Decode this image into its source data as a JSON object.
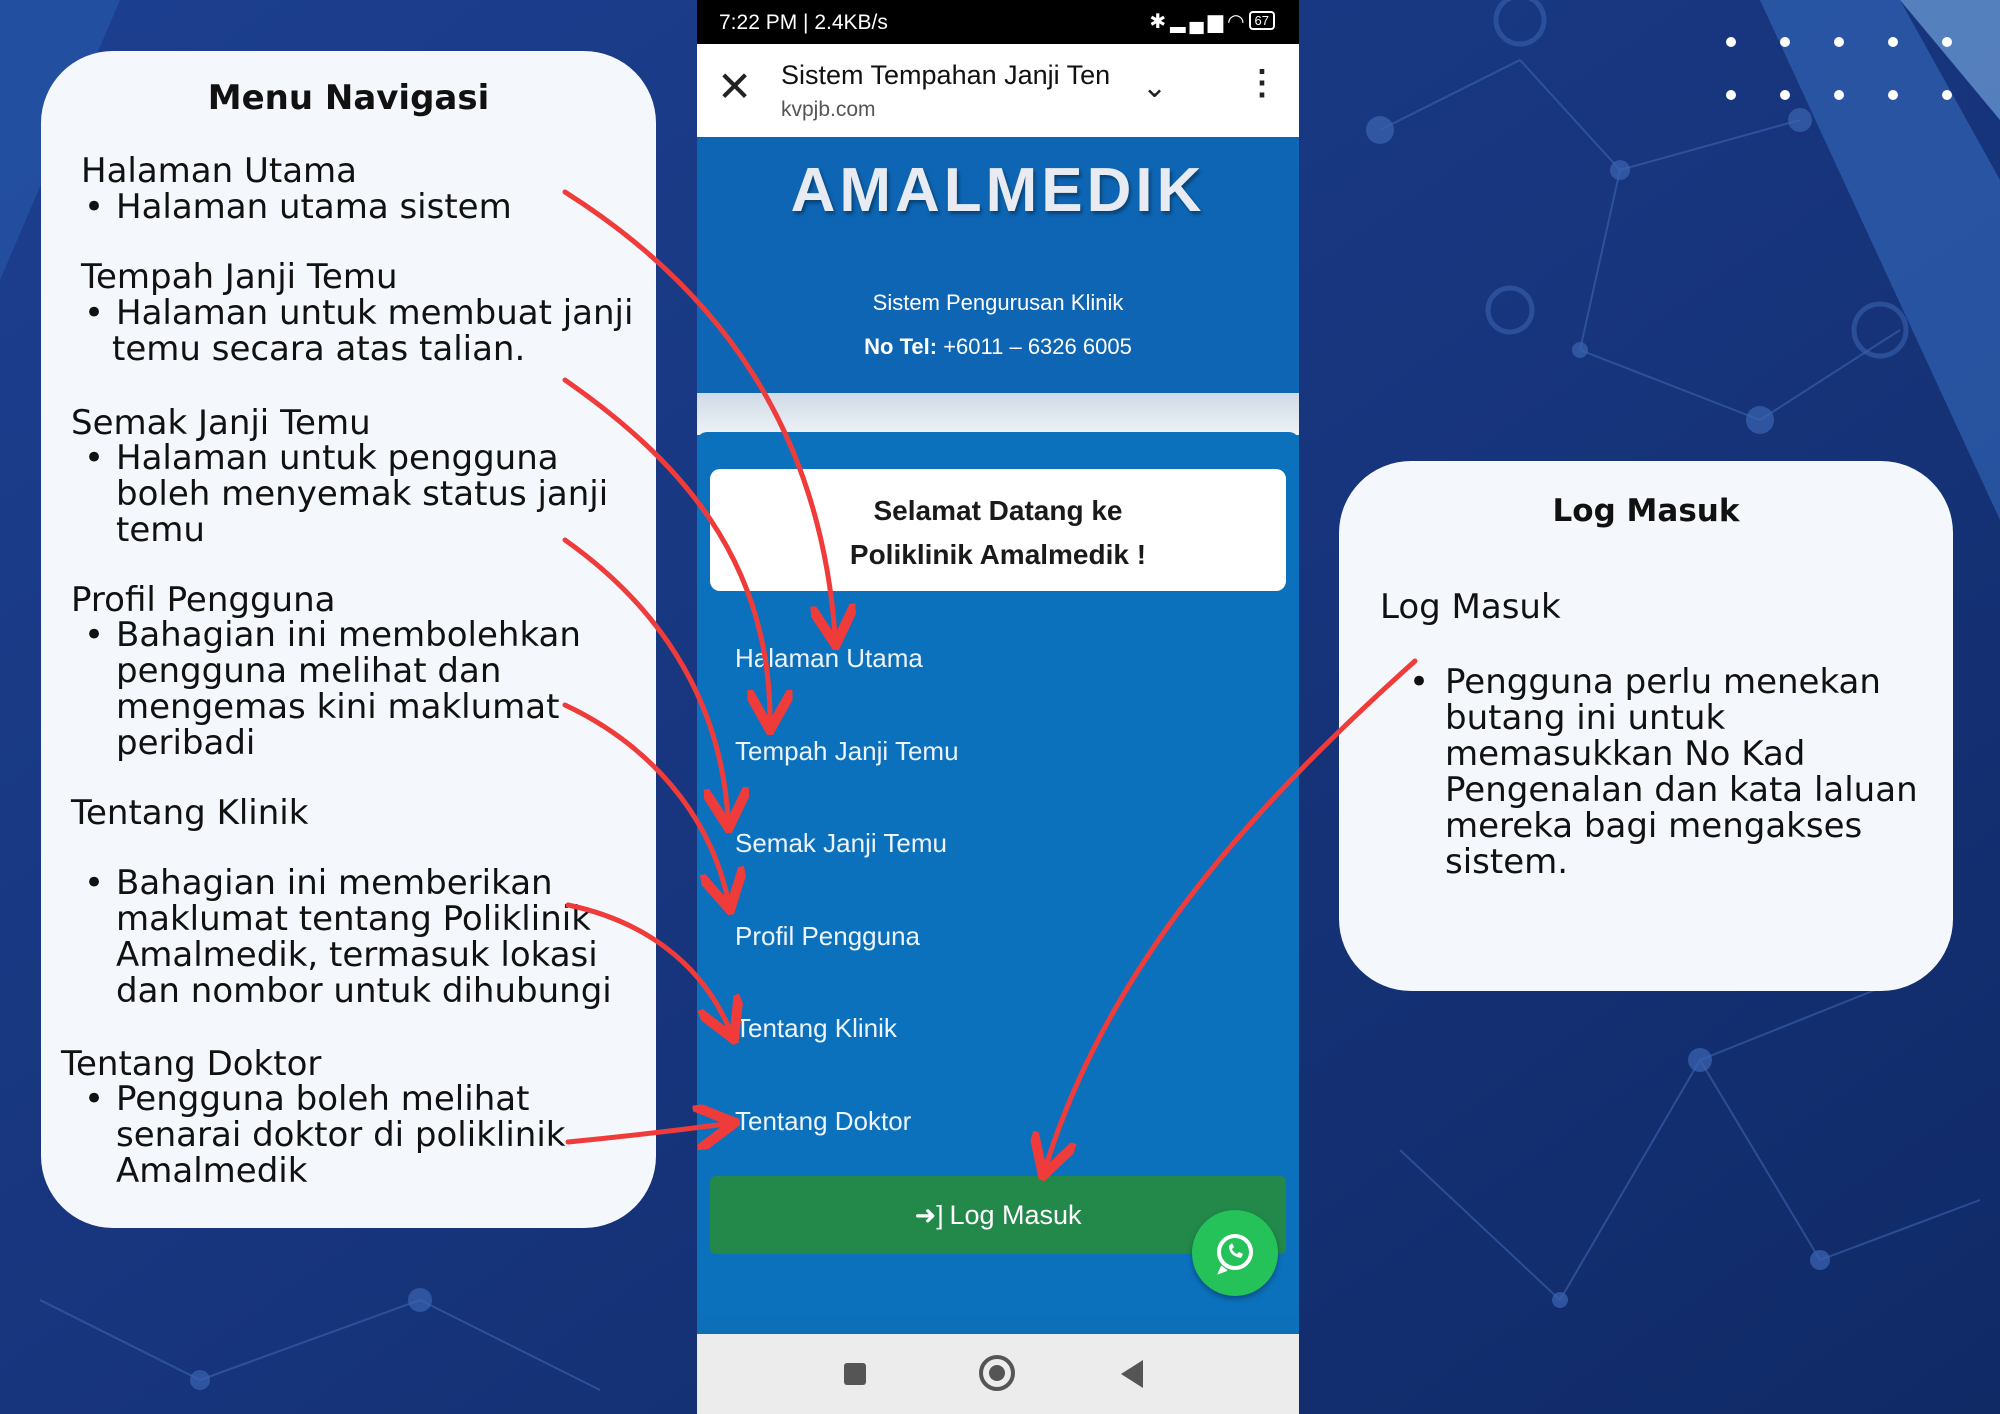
{
  "nav_card": {
    "title": "Menu Navigasi",
    "sections": [
      {
        "title": "Halaman Utama",
        "lines": [
          "Halaman utama sistem"
        ]
      },
      {
        "title": "Tempah Janji Temu",
        "lines": [
          "Halaman untuk membuat janji",
          "temu secara atas talian."
        ]
      },
      {
        "title": "Semak Janji Temu",
        "lines": [
          "Halaman  untuk pengguna",
          "boleh menyemak status janji",
          "temu"
        ]
      },
      {
        "title": "Profil Pengguna",
        "lines": [
          "Bahagian ini membolehkan",
          "pengguna melihat dan",
          "mengemas kini maklumat",
          "peribadi"
        ]
      },
      {
        "title": "Tentang Klinik",
        "lines": [
          "Bahagian ini memberikan",
          "maklumat tentang Poliklinik",
          "Amalmedik, termasuk lokasi",
          "dan nombor untuk dihubungi"
        ]
      },
      {
        "title": "Tentang Doktor",
        "lines": [
          "Pengguna boleh melihat",
          "senarai doktor di poliklinik",
          "Amalmedik"
        ]
      }
    ]
  },
  "login_card": {
    "title": "Log Masuk",
    "section_title": "Log Masuk",
    "lines": [
      "Pengguna perlu menekan",
      "butang ini untuk",
      "memasukkan No Kad",
      "Pengenalan dan kata laluan",
      "mereka bagi mengakses",
      "sistem."
    ]
  },
  "phone": {
    "status": {
      "time": "7:22 PM | 2.4KB/s",
      "battery": "67"
    },
    "browser": {
      "title": "Sistem Tempahan Janji Ten",
      "url": "kvpjb.com"
    },
    "brand": "AMALMEDIK",
    "subtitle": "Sistem Pengurusan Klinik",
    "tel_label": "No Tel:",
    "tel_value": "+6011 – 6326 6005",
    "welcome_line1": "Selamat Datang ke",
    "welcome_line2": "Poliklinik Amalmedik !",
    "menu": [
      "Halaman Utama",
      "Tempah Janji Temu",
      "Semak Janji Temu",
      "Profil Pengguna",
      "Tentang Klinik",
      "Tentang Doktor"
    ],
    "login_button": "Log Masuk"
  },
  "colors": {
    "arrow": "#f03b3b",
    "background": "#16347a",
    "login_green": "#23894a",
    "whatsapp": "#25c25a"
  },
  "icons": [
    "close-icon",
    "chevron-down-icon",
    "more-vertical-icon",
    "sign-in-icon",
    "whatsapp-icon",
    "nav-square-icon",
    "nav-circle-icon",
    "nav-back-icon"
  ]
}
